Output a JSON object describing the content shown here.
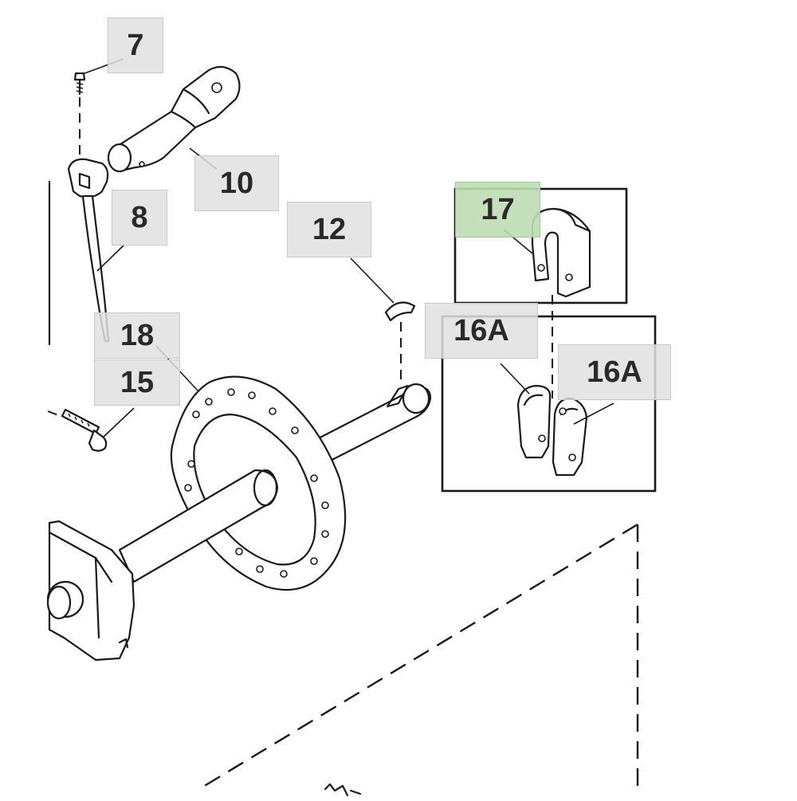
{
  "diagram": {
    "callouts": [
      {
        "id": "c7",
        "label": "7",
        "highlighted": false
      },
      {
        "id": "c10",
        "label": "10",
        "highlighted": false
      },
      {
        "id": "c8",
        "label": "8",
        "highlighted": false
      },
      {
        "id": "c12",
        "label": "12",
        "highlighted": false
      },
      {
        "id": "c17",
        "label": "17",
        "highlighted": true
      },
      {
        "id": "c18",
        "label": "18",
        "highlighted": false
      },
      {
        "id": "c15",
        "label": "15",
        "highlighted": false
      },
      {
        "id": "c16a_left",
        "label": "16A",
        "highlighted": false
      },
      {
        "id": "c16a_right",
        "label": "16A",
        "highlighted": false
      }
    ],
    "colors": {
      "callout_fill": "#e1e1e1",
      "callout_highlight": "#bcddb4",
      "line": "#1a1a1a",
      "background": "#ffffff"
    }
  }
}
